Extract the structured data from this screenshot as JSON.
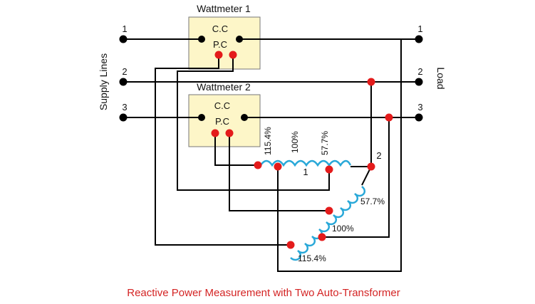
{
  "diagram": {
    "caption": "Reactive Power Measurement with Two Auto-Transformer",
    "supply_label": "Supply Lines",
    "load_label": "Load",
    "wattmeter1": {
      "title": "Wattmeter 1",
      "cc": "C.C",
      "pc": "P.C"
    },
    "wattmeter2": {
      "title": "Wattmeter 2",
      "cc": "C.C",
      "pc": "P.C"
    },
    "lines": {
      "line1_left": "1",
      "line2_left": "2",
      "line3_left": "3",
      "line1_right": "1",
      "line2_right": "2",
      "line3_right": "3"
    },
    "transformer1": {
      "label": "1",
      "tap_a": "115.4%",
      "tap_b": "100%",
      "tap_c": "57.7%"
    },
    "transformer2": {
      "label": "2",
      "tap_a": "57.7%",
      "tap_b": "100%",
      "tap_c": "115.4%"
    },
    "colors": {
      "coil": "#29a8d8",
      "terminal": "#e41b1b",
      "box": "#fdf6c8",
      "caption": "#d42424"
    }
  }
}
